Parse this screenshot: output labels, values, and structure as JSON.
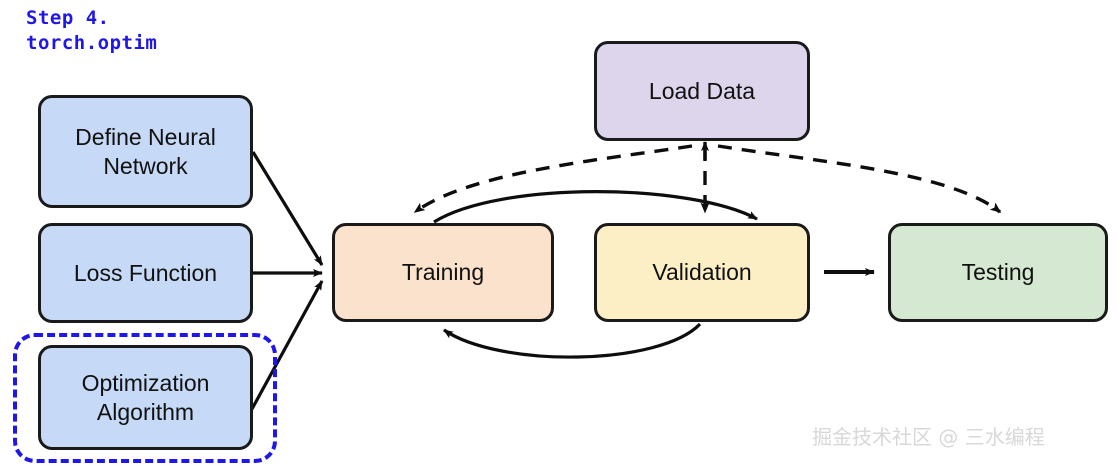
{
  "title": {
    "line1": "Step 4.",
    "line2": "torch.optim",
    "color": "#1f17e8"
  },
  "nodes": {
    "define_network": {
      "label": "Define Neural\nNetwork",
      "fill": "#c6d9f7"
    },
    "loss_function": {
      "label": "Loss Function",
      "fill": "#c6d9f7"
    },
    "optimization": {
      "label": "Optimization\nAlgorithm",
      "fill": "#c6d9f7"
    },
    "load_data": {
      "label": "Load Data",
      "fill": "#ddd5ec"
    },
    "training": {
      "label": "Training",
      "fill": "#fae2cc"
    },
    "validation": {
      "label": "Validation",
      "fill": "#fcefc6"
    },
    "testing": {
      "label": "Testing",
      "fill": "#d5e8d1"
    }
  },
  "highlight": {
    "target": "optimization",
    "style": "dashed",
    "color": "#1f17e8"
  },
  "edges": [
    {
      "name": "define-network-to-training",
      "style": "solid"
    },
    {
      "name": "loss-function-to-training",
      "style": "solid"
    },
    {
      "name": "optimization-to-training",
      "style": "solid"
    },
    {
      "name": "training-to-validation",
      "style": "solid-curve"
    },
    {
      "name": "validation-to-training",
      "style": "solid-curve"
    },
    {
      "name": "validation-to-testing",
      "style": "solid"
    },
    {
      "name": "load-data-to-training",
      "style": "dashed-curve"
    },
    {
      "name": "load-data-to-validation",
      "style": "dashed"
    },
    {
      "name": "load-data-to-testing",
      "style": "dashed-curve"
    }
  ],
  "watermark": {
    "text": "掘金技术社区 @ 三水编程",
    "color": "#d8d8d8"
  }
}
